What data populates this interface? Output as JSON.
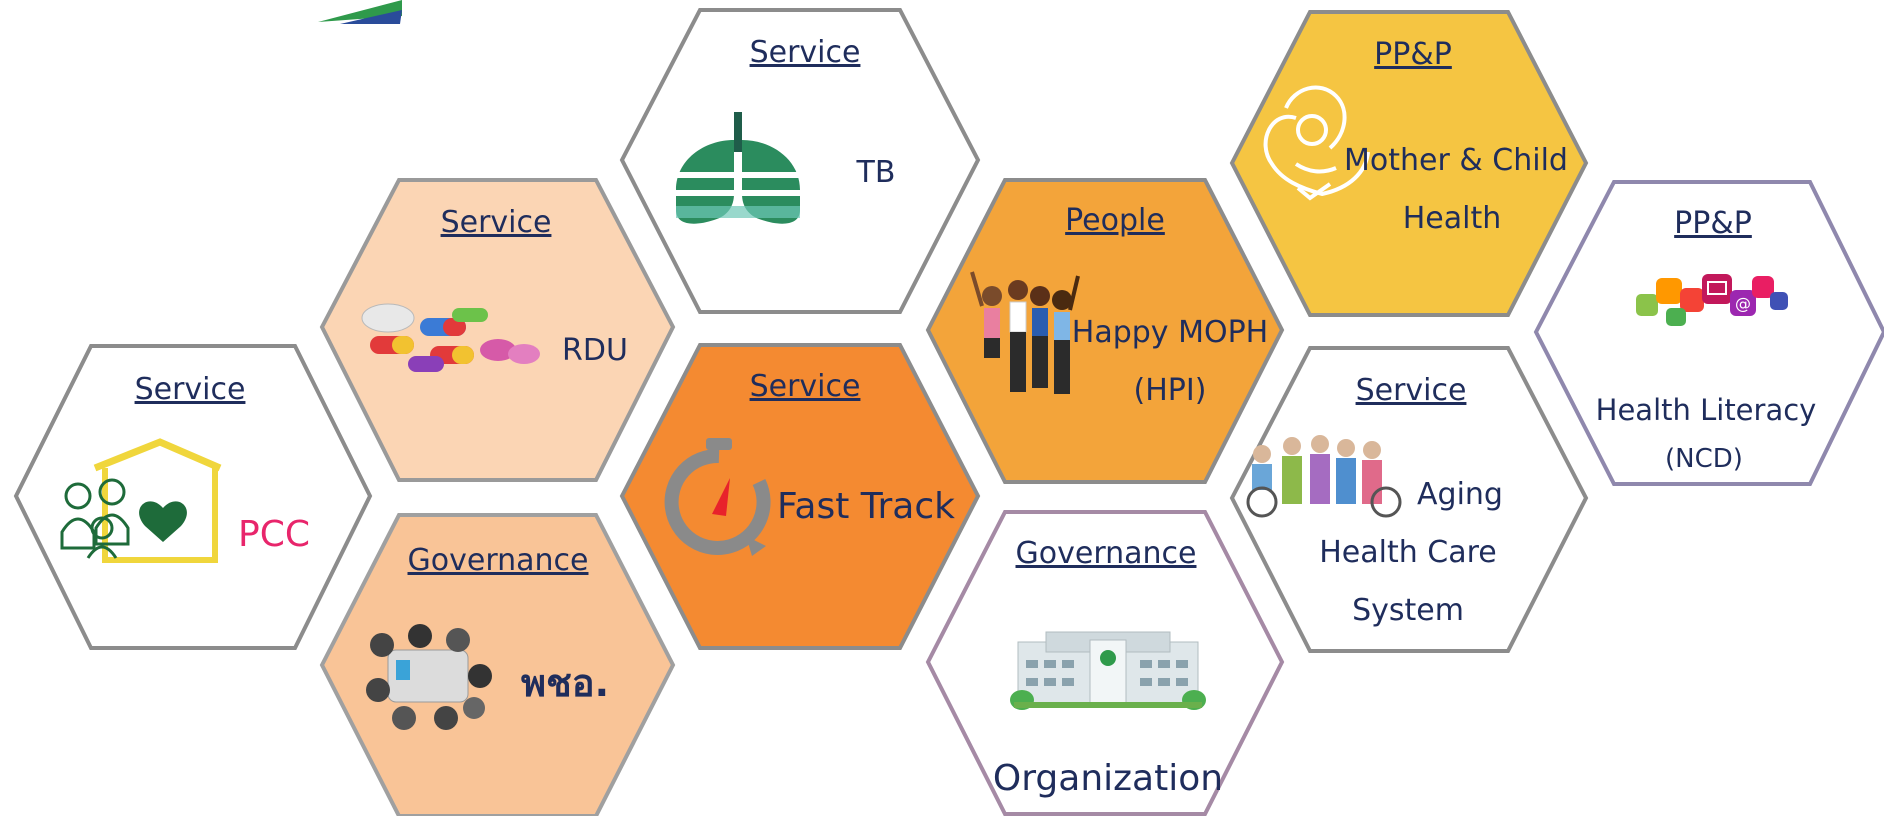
{
  "hexagons": [
    {
      "id": "pcc",
      "category": "Service",
      "label": "PCC",
      "icon": "family-home-heart-icon",
      "fill": "#ffffff",
      "stroke": "#8c8c8c",
      "label_color": "#e8256b"
    },
    {
      "id": "rdu",
      "category": "Service",
      "label": "RDU",
      "icon": "pills-icon",
      "fill": "#fbd5b4",
      "stroke": "#9a9a9a"
    },
    {
      "id": "governance-phc",
      "category": "Governance",
      "label": "พชอ.",
      "icon": "meeting-table-icon",
      "fill": "#f9c497",
      "stroke": "#a0a0a0"
    },
    {
      "id": "tb",
      "category": "Service",
      "label": "TB",
      "icon": "lungs-icon",
      "fill": "#ffffff",
      "stroke": "#8c8c8c"
    },
    {
      "id": "fast-track",
      "category": "Service",
      "label": "Fast Track",
      "icon": "stopwatch-icon",
      "fill": "#f48a31",
      "stroke": "#8c8c8c"
    },
    {
      "id": "happy-moph",
      "category": "People",
      "label_lines": [
        "Happy MOPH",
        "(HPI)"
      ],
      "icon": "happy-people-icon",
      "fill": "#f3a43a",
      "stroke": "#8c8c8c"
    },
    {
      "id": "organization",
      "category": "Governance",
      "label": "Organization",
      "icon": "hospital-building-icon",
      "fill": "#ffffff",
      "stroke": "#a58aa5"
    },
    {
      "id": "mother-child",
      "category": "PP&P",
      "label_lines": [
        "Mother & Child",
        "Health"
      ],
      "icon": "mother-child-icon",
      "fill": "#f5c542",
      "stroke": "#8c8c8c"
    },
    {
      "id": "aging",
      "category": "Service",
      "label_lines": [
        "Aging",
        "Health Care",
        "System"
      ],
      "icon": "elderly-group-icon",
      "fill": "#ffffff",
      "stroke": "#8c8c8c"
    },
    {
      "id": "health-literacy",
      "category": "PP&P",
      "label_lines": [
        "Health Literacy",
        "(NCD)"
      ],
      "icon": "social-media-bubbles-icon",
      "fill": "#ffffff",
      "stroke": "#8f88ad"
    }
  ],
  "colors": {
    "text": "#1f2d5c",
    "pcc": "#e8256b",
    "logo_green": "#2f9a4b",
    "logo_blue": "#2a4c9a"
  }
}
